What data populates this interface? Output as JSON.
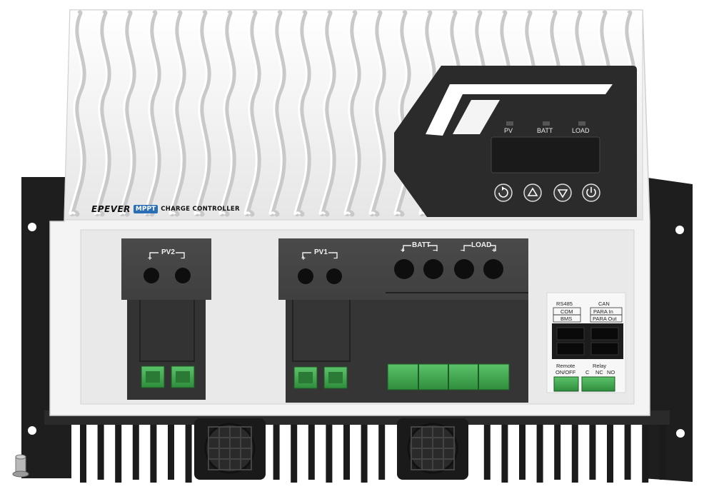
{
  "brand": {
    "name": "EPEVER",
    "badge": "MPPT",
    "tagline": "CHARGE CONTROLLER"
  },
  "display_panel": {
    "indicators": [
      "PV",
      "BATT",
      "LOAD"
    ],
    "buttons": [
      {
        "name": "back",
        "icon": "refresh-icon"
      },
      {
        "name": "up",
        "icon": "triangle-up-icon"
      },
      {
        "name": "down",
        "icon": "triangle-down-icon"
      },
      {
        "name": "power",
        "icon": "power-icon"
      }
    ]
  },
  "terminals": {
    "pv2": {
      "label": "PV2",
      "plus": "+",
      "minus": "−"
    },
    "pv1": {
      "label": "PV1",
      "plus": "+",
      "minus": "−"
    },
    "batt": {
      "label": "BATT",
      "plus": "+",
      "minus": "−"
    },
    "load": {
      "label": "LOAD",
      "plus": "+",
      "minus": "−"
    }
  },
  "ports": {
    "rs485": "RS485",
    "can": "CAN",
    "com": "COM",
    "bms": "BMS",
    "para_in": "PARA In",
    "para_out": "PARA Out",
    "remote_line1": "Remote",
    "remote_line2": "ON/OFF",
    "relay": "Relay",
    "relay_c": "C",
    "relay_nc": "NC",
    "relay_no": "NO"
  },
  "colors": {
    "body": "#f2f2f2",
    "panel": "#2b2b2b",
    "terminal_block": "#3a3a3a",
    "connector_green": "#3aa64a",
    "bracket": "#1e1e1e"
  }
}
